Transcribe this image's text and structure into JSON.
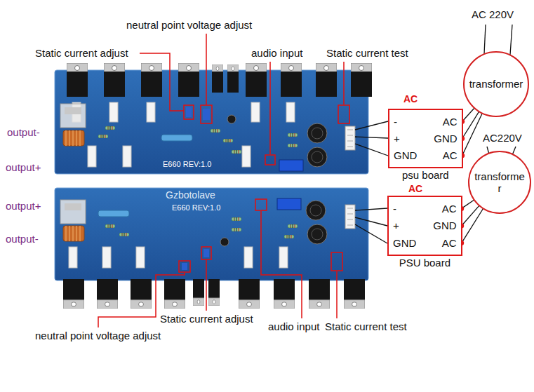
{
  "diagram": {
    "nodes": [
      {
        "text": [
          "transformer"
        ]
      },
      {
        "text": [
          "-",
          "AC",
          "+",
          "GND",
          "GND",
          "AC",
          "psu board"
        ]
      },
      {
        "text": [
          "transforme r"
        ]
      },
      {
        "text": [
          "-",
          "AC",
          "+",
          "GND",
          "GND",
          "AC",
          "PSU board"
        ]
      }
    ],
    "edges": [
      {
        "from": 0,
        "to": 1,
        "arrow": "none"
      },
      {
        "from": 0,
        "to": 1,
        "arrow": "none"
      },
      {
        "from": 0,
        "to": 1,
        "arrow": "none"
      },
      {
        "from": 2,
        "to": 3,
        "arrow": "none"
      },
      {
        "from": 2,
        "to": 3,
        "arrow": "none"
      },
      {
        "from": 2,
        "to": 3,
        "arrow": "none"
      }
    ],
    "labels": [
      "neutral point voltage adjust",
      "Static current adjust",
      "audio input",
      "Static current test",
      "output-",
      "output+",
      "AC",
      "AC 220V",
      "E660 REV:1.0",
      "AC220V",
      "output+",
      "output-",
      "AC",
      "Gzbotolave",
      "E660 REV:1.0",
      "neutral point voltage adjust",
      "Static current adjust",
      "audio input",
      "Static current test"
    ]
  }
}
